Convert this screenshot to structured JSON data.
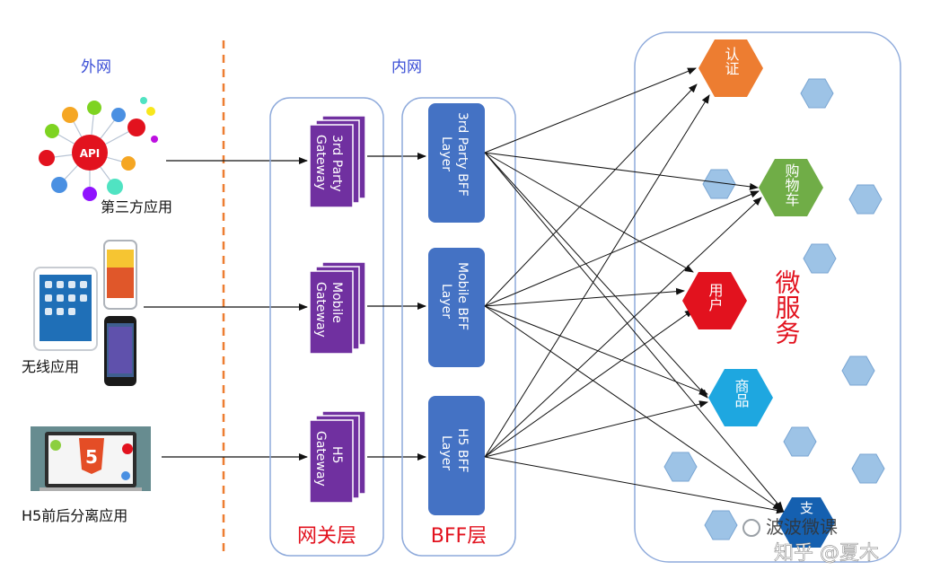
{
  "sections": {
    "external": "外网",
    "internal": "内网"
  },
  "clients": [
    {
      "label": "第三方应用",
      "api_badge": "API"
    },
    {
      "label": "无线应用"
    },
    {
      "label": "H5前后分离应用",
      "badge": "5"
    }
  ],
  "gateways": [
    {
      "line1": "3rd Party",
      "line2": "Gateway"
    },
    {
      "line1": "Mobile",
      "line2": "Gateway"
    },
    {
      "line1": "H5",
      "line2": "Gateway"
    }
  ],
  "gateway_group_label": "网关层",
  "bffs": [
    {
      "line1": "3rd Party BFF",
      "line2": "Layer"
    },
    {
      "line1": "Mobile BFF",
      "line2": "Layer"
    },
    {
      "line1": "H5 BFF",
      "line2": "Layer"
    }
  ],
  "bff_group_label": "BFF层",
  "microservices_label": "微服务",
  "services": [
    {
      "label": "认证",
      "color": "#ed7d31"
    },
    {
      "label": "购物车",
      "color": "#70ad47"
    },
    {
      "label": "用户",
      "color": "#e2121e"
    },
    {
      "label": "商品",
      "color": "#1ea7e0"
    },
    {
      "label": "支",
      "color": "#1560b0"
    }
  ],
  "watermark": {
    "line1": "波波微课",
    "line2": "知乎 @夏木"
  },
  "colors": {
    "gateway_purple": "#7030a0",
    "bff_blue": "#4472c4",
    "group_border": "#8eaadb",
    "red_text": "#e2121e",
    "hex_light": "#9dc3e6"
  }
}
